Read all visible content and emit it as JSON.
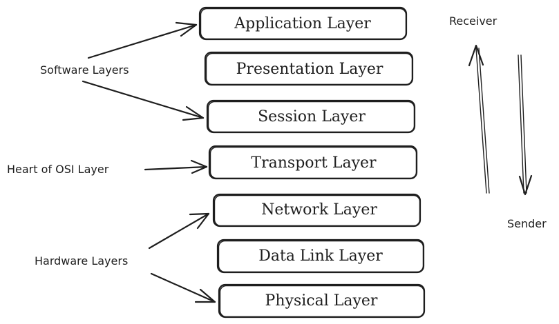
{
  "layers": [
    "Application Layer",
    "Presentation Layer",
    "Session Layer",
    "Transport Layer",
    "Network Layer",
    "Data Link Layer",
    "Physical Layer"
  ],
  "labels": {
    "software": "Software Layers",
    "heart": "Heart of OSI Layer",
    "hardware": "Hardware Layers",
    "receiver": "Receiver",
    "sender": "Sender"
  },
  "colors": {
    "stroke": "#1e1e1e",
    "background": "#ffffff"
  }
}
